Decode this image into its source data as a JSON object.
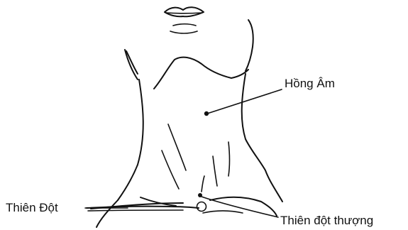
{
  "labels": {
    "hong_am": "Hồng Âm",
    "thien_dot": "Thiên Đột",
    "thien_dot_thuong": "Thiên đột thượng"
  }
}
